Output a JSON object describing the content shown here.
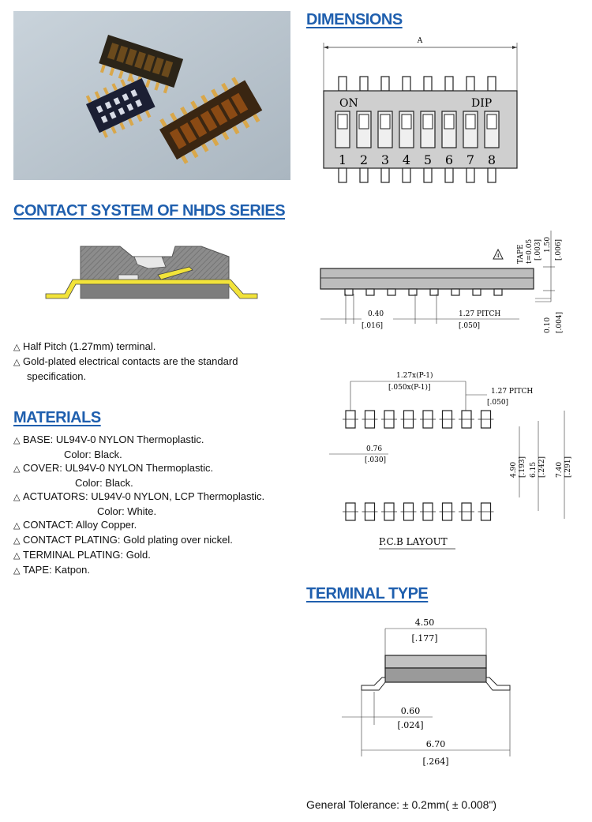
{
  "photo": {
    "label": "NHDS dip switch product photo"
  },
  "dimensions": {
    "heading": "DIMENSIONS",
    "dim_a": "A",
    "on_label": "ON",
    "dip_label": "DIP",
    "switch_numbers": [
      "1",
      "2",
      "3",
      "4",
      "5",
      "6",
      "7",
      "8"
    ],
    "side": {
      "tape": "TAPE",
      "tape_t": "t=0.05",
      "tape_t_in": "[.003]",
      "h_150": "1.50",
      "h_150_in": "[.006]",
      "lead_040": "0.40",
      "lead_040_in": "[.016]",
      "pitch": "1.27 PITCH",
      "pitch_in": "[.050]",
      "t_010": "0.10",
      "t_010_in": "[.004]"
    },
    "pcb": {
      "span": "1.27x(P-1)",
      "span_in": "[.050x(P-1)]",
      "pitch": "1.27 PITCH",
      "pitch_in": "[.050]",
      "pad_w": "0.76",
      "pad_w_in": "[.030]",
      "d_490": "4.90",
      "d_490_in": "[.193]",
      "d_615": "6.15",
      "d_615_in": "[.242]",
      "d_740": "7.40",
      "d_740_in": "[.291]",
      "caption": "P.C.B LAYOUT"
    }
  },
  "contact": {
    "heading": "CONTACT SYSTEM OF NHDS SERIES",
    "bullets": [
      {
        "mark": "△",
        "text": "Half Pitch (1.27mm) terminal."
      },
      {
        "mark": "△",
        "text": "Gold-plated electrical contacts are the standard"
      },
      {
        "mark": "",
        "text": "specification."
      }
    ]
  },
  "materials": {
    "heading": "MATERIALS",
    "lines": [
      {
        "mark": "△",
        "text": "BASE: UL94V-0 NYLON Thermoplastic.",
        "indent": 0
      },
      {
        "mark": "",
        "text": "Color: Black.",
        "indent": 52
      },
      {
        "mark": "△",
        "text": "COVER: UL94V-0 NYLON Thermoplastic.",
        "indent": 0
      },
      {
        "mark": "",
        "text": "Color: Black.",
        "indent": 66
      },
      {
        "mark": "△",
        "text": "ACTUATORS: UL94V-0 NYLON, LCP Thermoplastic.",
        "indent": 0
      },
      {
        "mark": "",
        "text": "Color: White.",
        "indent": 94
      },
      {
        "mark": "△",
        "text": "CONTACT: Alloy Copper.",
        "indent": 0
      },
      {
        "mark": "△",
        "text": "CONTACT PLATING: Gold plating over nickel.",
        "indent": 0
      },
      {
        "mark": "△",
        "text": "TERMINAL PLATING: Gold.",
        "indent": 0
      },
      {
        "mark": "△",
        "text": "TAPE: Katpon.",
        "indent": 0
      }
    ]
  },
  "terminal": {
    "heading": "TERMINAL TYPE",
    "w_450": "4.50",
    "w_450_in": "[.177]",
    "w_060": "0.60",
    "w_060_in": "[.024]",
    "w_670": "6.70",
    "w_670_in": "[.264]"
  },
  "tolerance": "General Tolerance: ± 0.2mm( ± 0.008\")"
}
